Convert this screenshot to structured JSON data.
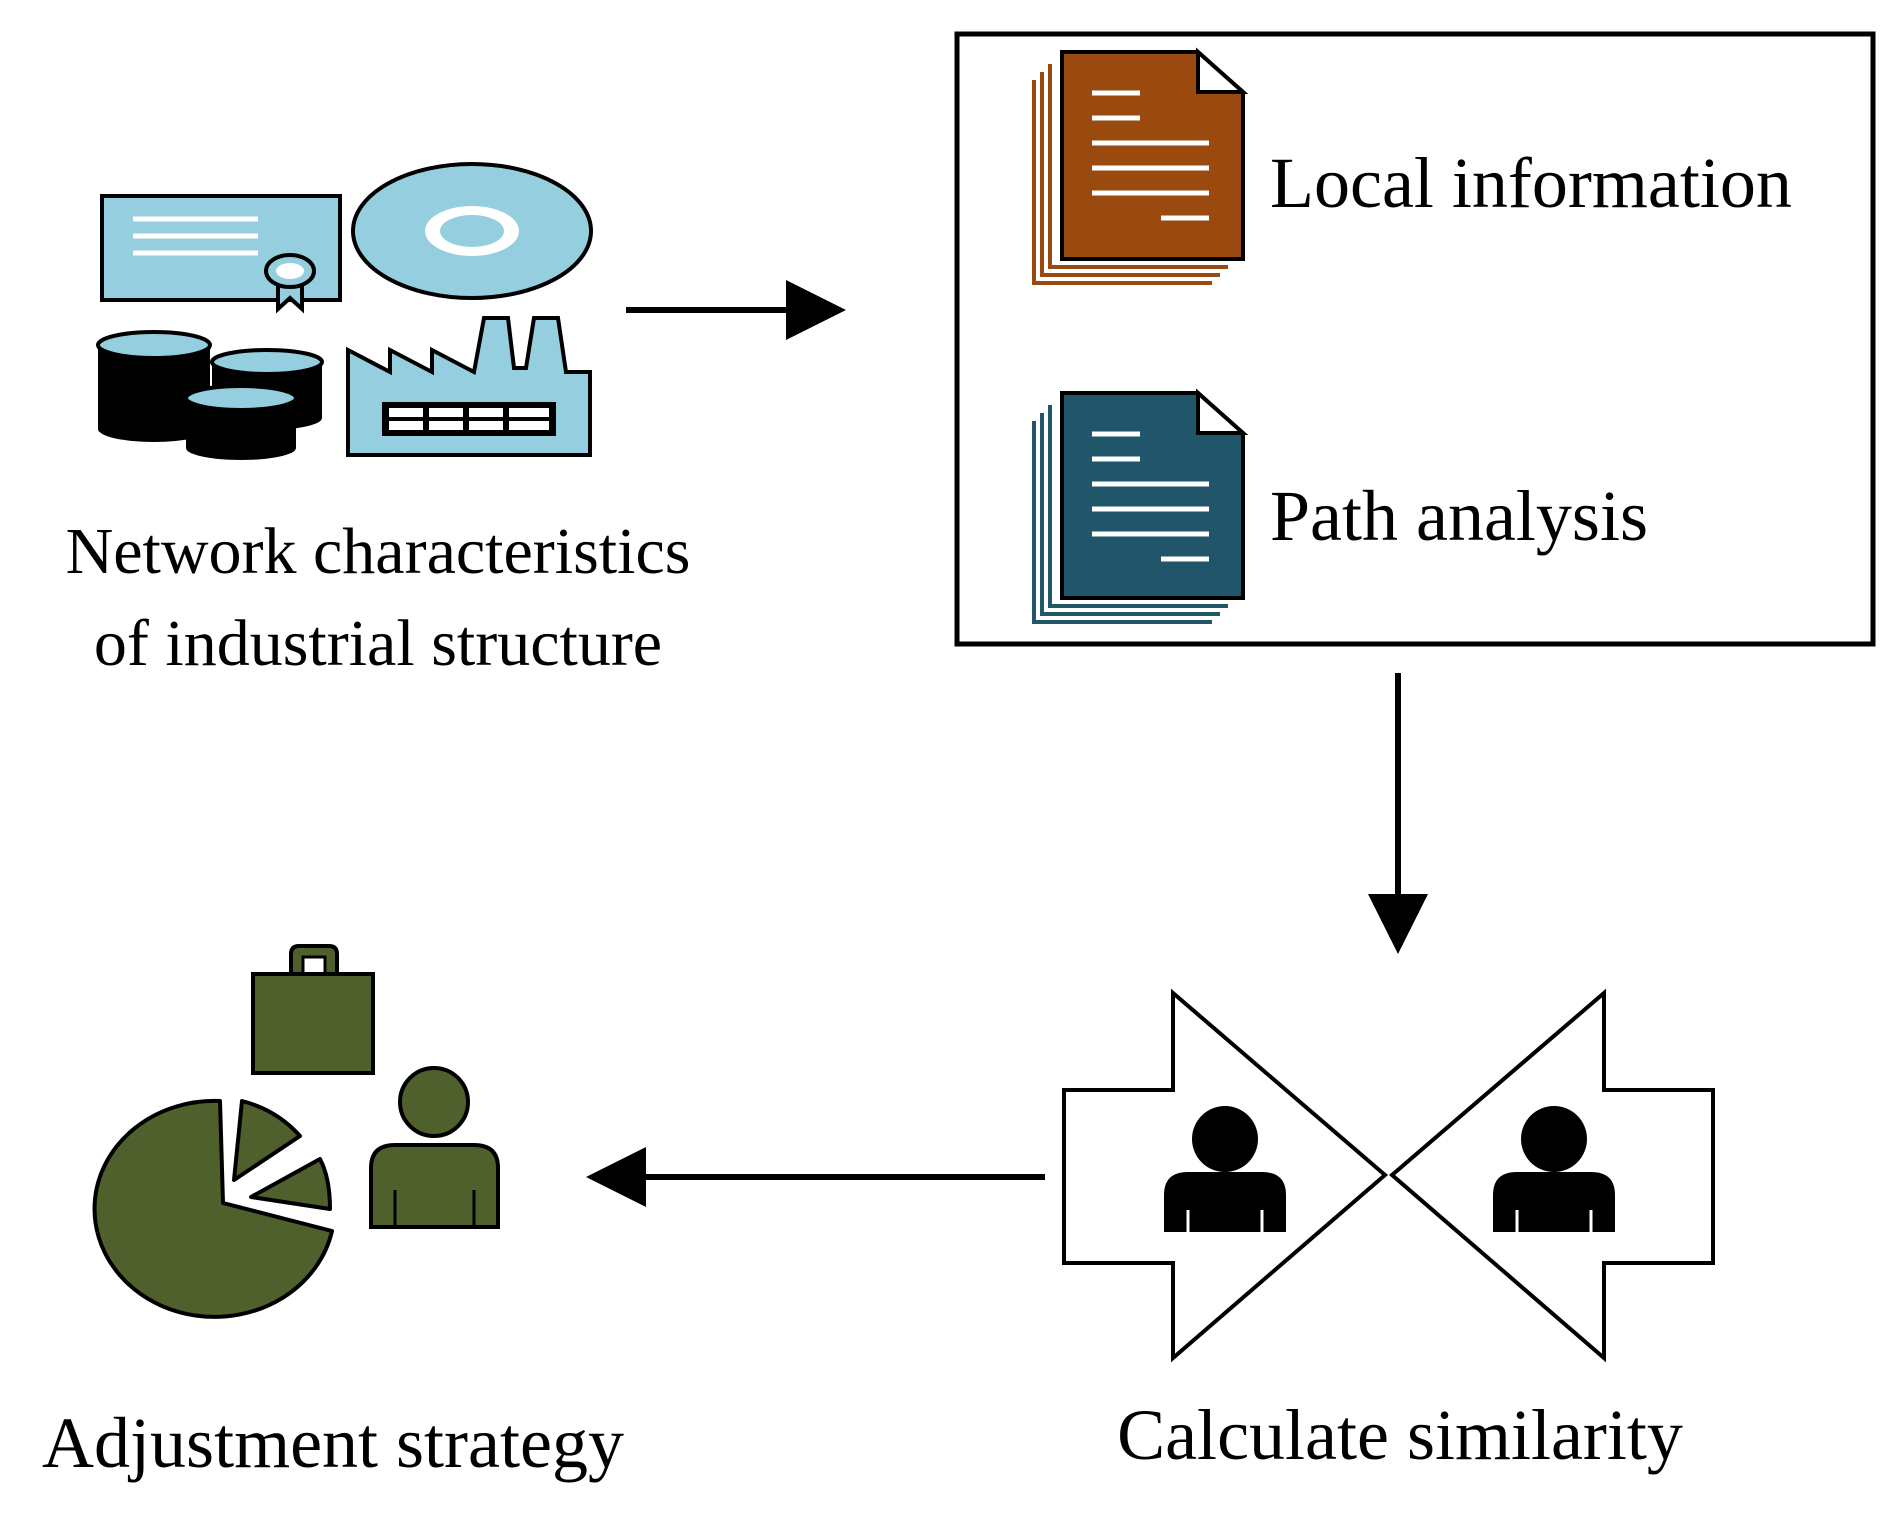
{
  "labels": {
    "network_line1": "Network characteristics",
    "network_line2": "of industrial structure",
    "local_information": "Local information",
    "path_analysis": "Path analysis",
    "calculate_similarity": "Calculate similarity",
    "adjustment_strategy": "Adjustment strategy"
  },
  "colors": {
    "light_blue": "#95cede",
    "orange_brown": "#9a4a0e",
    "teal": "#21566a",
    "olive": "#4f602c",
    "black": "#000000",
    "white": "#ffffff"
  },
  "icons": [
    "certificate-icon",
    "disc-icon",
    "database-icon",
    "factory-icon",
    "document-stack-icon",
    "person-icon",
    "briefcase-icon",
    "pie-chart-icon"
  ]
}
